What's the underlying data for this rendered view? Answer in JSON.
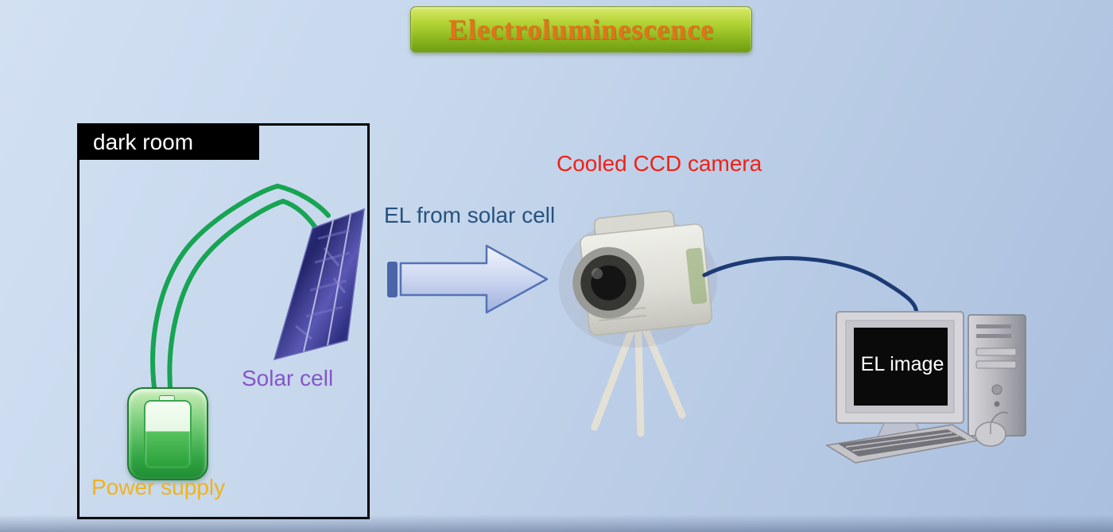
{
  "title": "Electroluminescence",
  "dark_room": {
    "label": "dark room"
  },
  "solar_cell": {
    "label": "Solar cell"
  },
  "power_supply": {
    "label": "Power supply"
  },
  "arrow": {
    "label": "EL from solar cell"
  },
  "camera": {
    "label": "Cooled CCD camera"
  },
  "computer": {
    "screen_label": "EL image"
  },
  "colors": {
    "title_text": "#e2731c",
    "banner_green_top": "#b4d436",
    "banner_green_bottom": "#6f9e10",
    "wire_green": "#17a453",
    "solar_cell_blue": "#34368a",
    "solar_label_purple": "#8655c8",
    "power_label_yellow": "#eeb31e",
    "el_text_blue": "#27527f",
    "camera_label_red": "#ee2218",
    "arrow_outline_blue": "#5572b4",
    "cable_navy": "#1c3a74",
    "dark_room_black": "#000000",
    "monitor_screen_black": "#0a0a0a"
  }
}
